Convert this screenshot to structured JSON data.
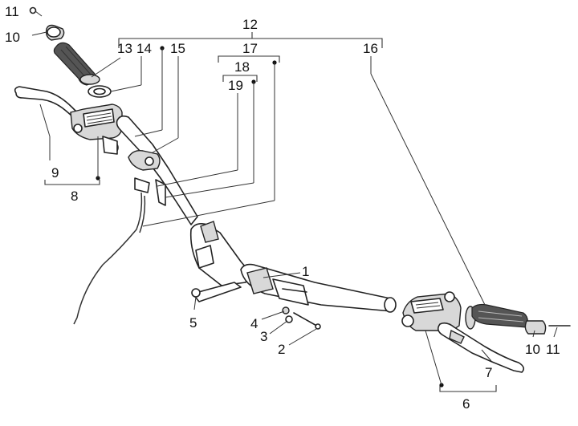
{
  "diagram": {
    "title": "",
    "callouts": {
      "c1": "1",
      "c2": "2",
      "c3": "3",
      "c4": "4",
      "c5": "5",
      "c6": "6",
      "c7": "7",
      "c8": "8",
      "c9": "9",
      "c10_left": "10",
      "c11_left": "11",
      "c10_right": "10",
      "c11_right": "11",
      "c12": "12",
      "c13": "13",
      "c14": "14",
      "c15": "15",
      "c16": "16",
      "c17": "17",
      "c18": "18",
      "c19": "19"
    }
  }
}
